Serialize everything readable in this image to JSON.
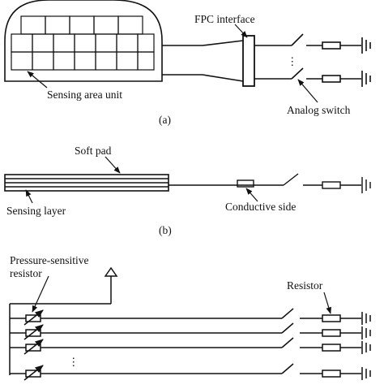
{
  "panel_a": {
    "caption": "(a)",
    "fpc_label": "FPC interface",
    "sensing_label": "Sensing area unit",
    "switch_label": "Analog switch",
    "dots": "⋮"
  },
  "panel_b": {
    "caption": "(b)",
    "softpad_label": "Soft pad",
    "sensing_layer_label": "Sensing layer",
    "conductive_label": "Conductive side"
  },
  "panel_c": {
    "psr_label_line1": "Pressure-sensitive",
    "psr_label_line2": "resistor",
    "resistor_label": "Resistor",
    "dots": "⋮"
  },
  "colors": {
    "stroke": "#111111",
    "background": "#ffffff"
  }
}
